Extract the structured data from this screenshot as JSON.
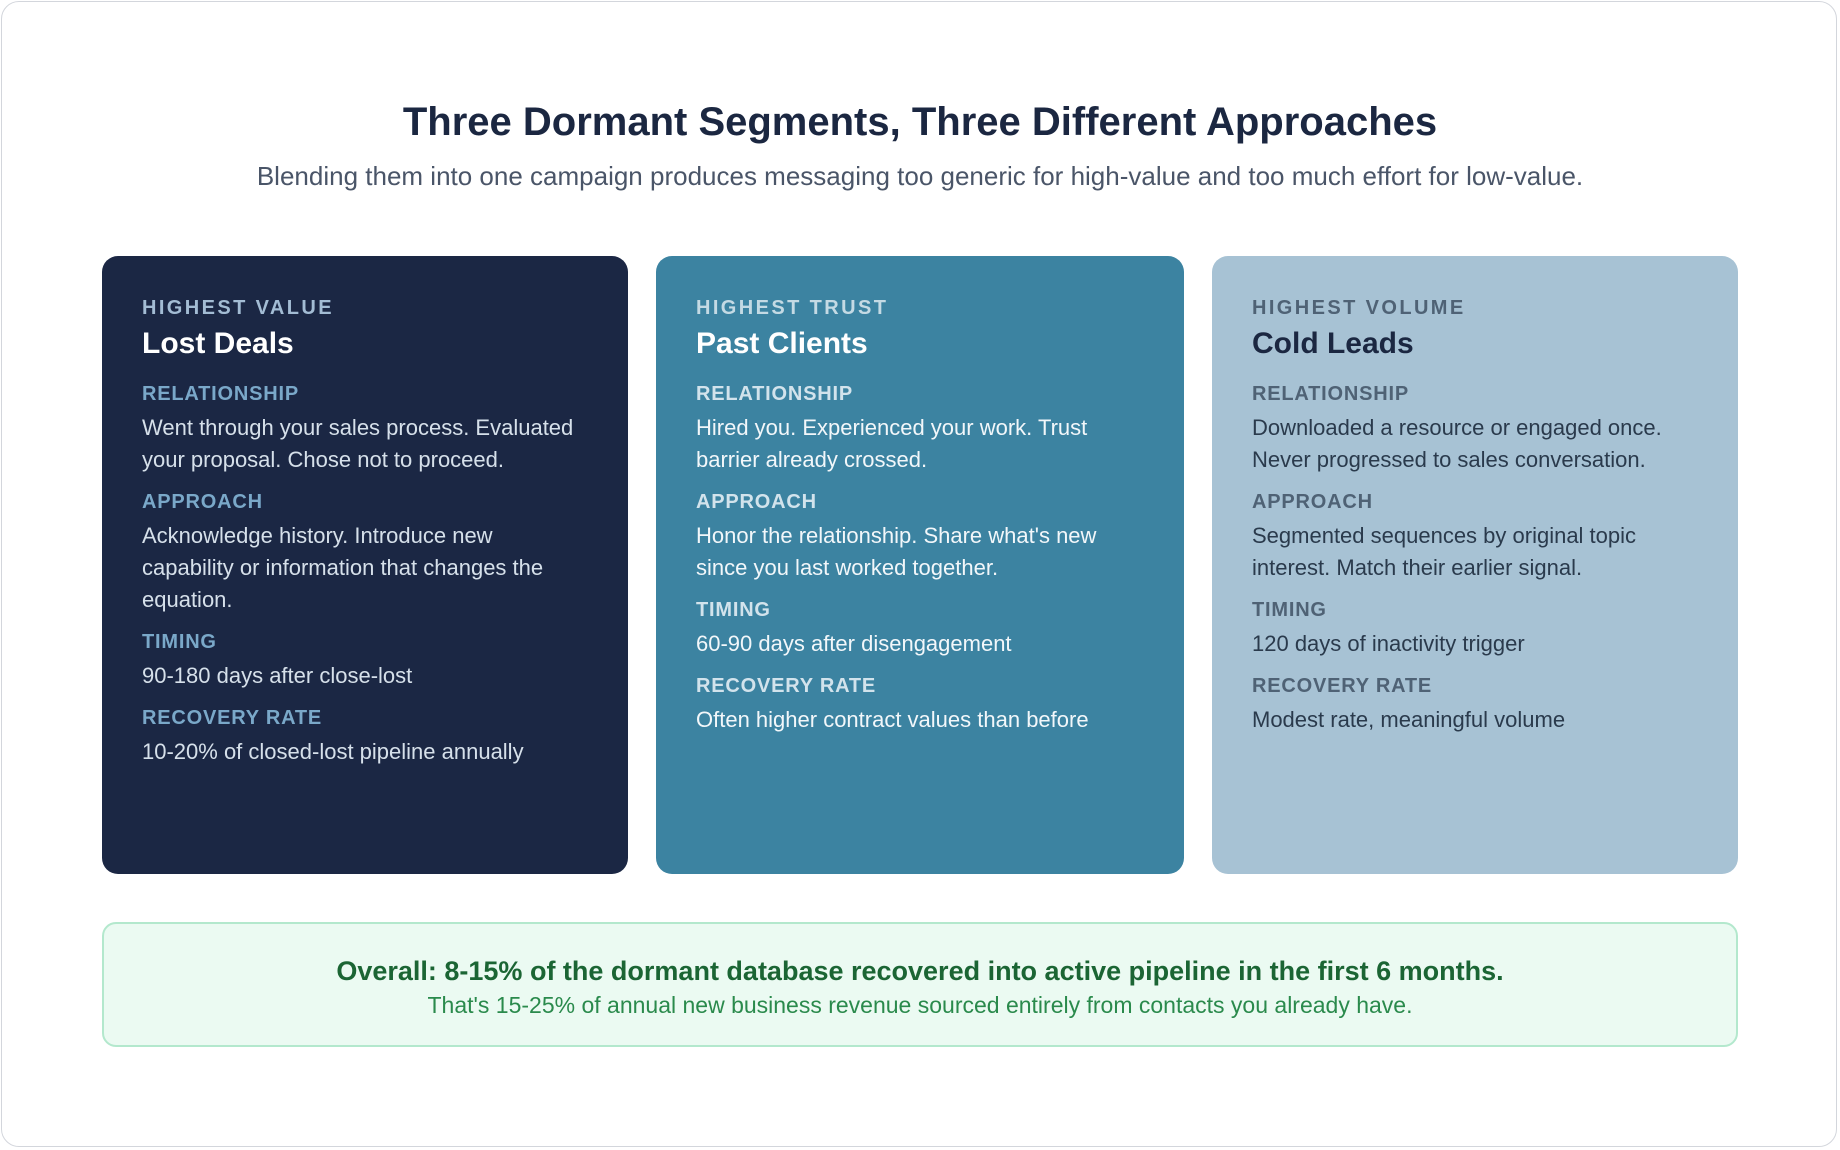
{
  "header": {
    "title": "Three Dormant Segments, Three Different Approaches",
    "subtitle": "Blending them into one campaign produces messaging too generic for high-value and too much effort for low-value."
  },
  "cards": [
    {
      "eyebrow": "HIGHEST VALUE",
      "name": "Lost Deals",
      "bg_color": "#1b2744",
      "sections": [
        {
          "label": "RELATIONSHIP",
          "text": "Went through your sales process. Evaluated your proposal. Chose not to proceed."
        },
        {
          "label": "APPROACH",
          "text": "Acknowledge history. Introduce new capability or information that changes the equation."
        },
        {
          "label": "TIMING",
          "text": "90-180 days after close-lost"
        },
        {
          "label": "RECOVERY RATE",
          "text": "10-20% of closed-lost pipeline annually"
        }
      ]
    },
    {
      "eyebrow": "HIGHEST TRUST",
      "name": "Past Clients",
      "bg_color": "#3c83a1",
      "sections": [
        {
          "label": "RELATIONSHIP",
          "text": "Hired you. Experienced your work. Trust barrier already crossed."
        },
        {
          "label": "APPROACH",
          "text": "Honor the relationship. Share what's new since you last worked together."
        },
        {
          "label": "TIMING",
          "text": "60-90 days after disengagement"
        },
        {
          "label": "RECOVERY RATE",
          "text": "Often higher contract values than before"
        }
      ]
    },
    {
      "eyebrow": "HIGHEST VOLUME",
      "name": "Cold Leads",
      "bg_color": "#a7c2d4",
      "sections": [
        {
          "label": "RELATIONSHIP",
          "text": "Downloaded a resource or engaged once. Never progressed to sales conversation."
        },
        {
          "label": "APPROACH",
          "text": "Segmented sequences by original topic interest. Match their earlier signal."
        },
        {
          "label": "TIMING",
          "text": "120 days of inactivity trigger"
        },
        {
          "label": "RECOVERY RATE",
          "text": "Modest rate, meaningful volume"
        }
      ]
    }
  ],
  "summary": {
    "main": "Overall: 8-15% of the dormant database recovered into active pipeline in the first 6 months.",
    "sub": "That's 15-25% of annual new business revenue sourced entirely from contacts you already have.",
    "accent_color": "#1b6534"
  }
}
